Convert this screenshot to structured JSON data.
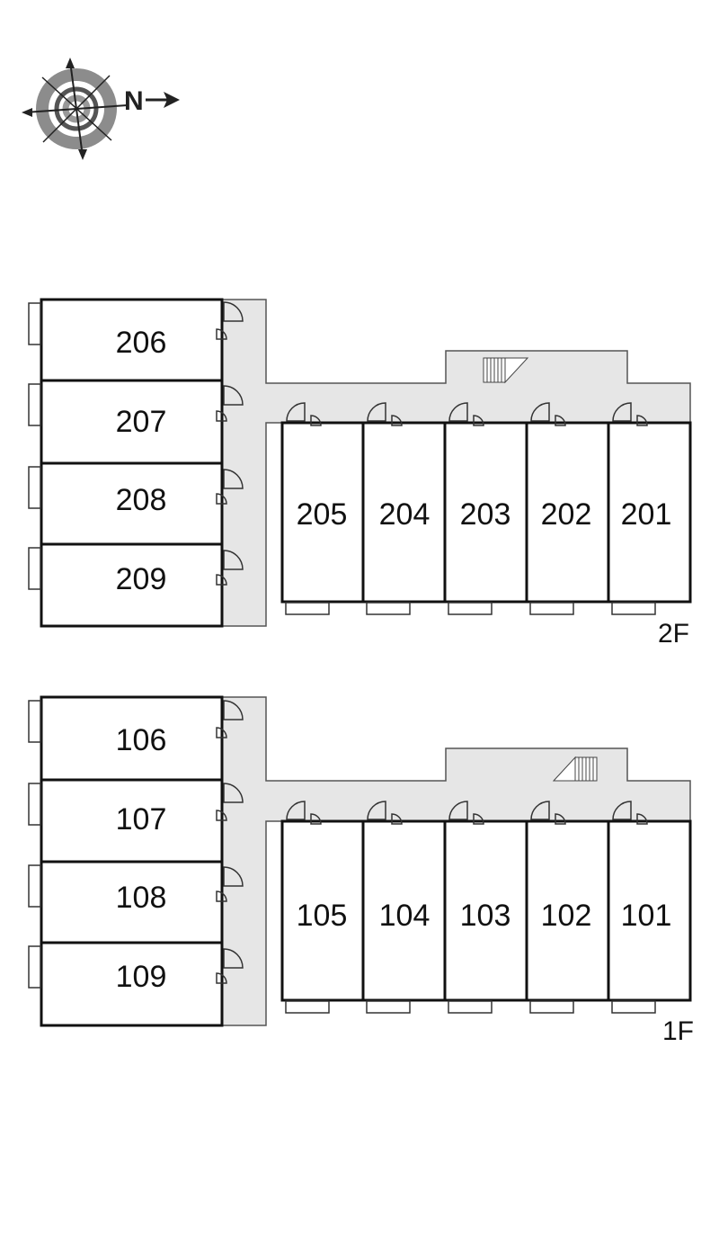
{
  "compass": {
    "north_label": "N"
  },
  "colors": {
    "corridor": "#e6e6e6",
    "wall": "#111111",
    "compass_ring": "#8c8c8c"
  },
  "floors": [
    {
      "label": "2F",
      "left_wing_rooms": [
        "206",
        "207",
        "208",
        "209"
      ],
      "right_wing_rooms": [
        "205",
        "204",
        "203",
        "202",
        "201"
      ],
      "stair_direction": "right"
    },
    {
      "label": "1F",
      "left_wing_rooms": [
        "106",
        "107",
        "108",
        "109"
      ],
      "right_wing_rooms": [
        "105",
        "104",
        "103",
        "102",
        "101"
      ],
      "stair_direction": "left"
    }
  ]
}
